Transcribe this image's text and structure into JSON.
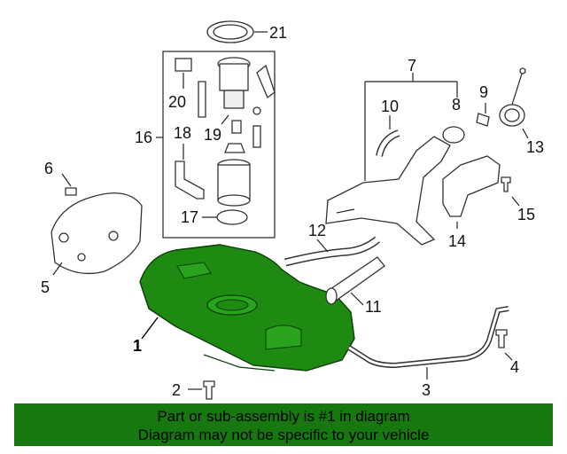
{
  "labels": {
    "p1": "1",
    "p2": "2",
    "p3": "3",
    "p4": "4",
    "p5": "5",
    "p6": "6",
    "p7": "7",
    "p8": "8",
    "p9": "9",
    "p10": "10",
    "p11": "11",
    "p12": "12",
    "p13": "13",
    "p14": "14",
    "p15": "15",
    "p16": "16",
    "p17": "17",
    "p18": "18",
    "p19": "19",
    "p20": "20",
    "p21": "21"
  },
  "highlight_color": "#1e8a12",
  "banner": {
    "line1": "Part or sub-assembly is #1 in diagram",
    "line2": "Diagram may not be specific to your vehicle",
    "color": "#16780f"
  }
}
